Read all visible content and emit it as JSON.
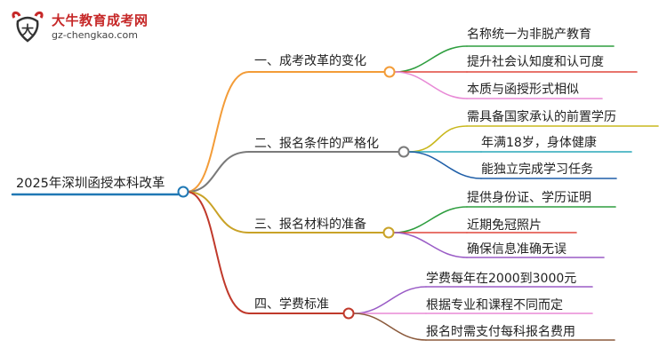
{
  "logo": {
    "title": "大牛教育成考网",
    "url": "gz-chengkao.com",
    "mark_color": "#c62828"
  },
  "root": {
    "label": "2025年深圳函授本科改革",
    "color": "#1f78b4"
  },
  "branches": [
    {
      "label": "一、成考改革的变化",
      "color": "#f39c38",
      "children": [
        {
          "label": "名称统一为非脱产教育",
          "color": "#2e9e3f"
        },
        {
          "label": "提升社会认知度和认可度",
          "color": "#e0473c"
        },
        {
          "label": "本质与函授形式相似",
          "color": "#e88ad6"
        }
      ]
    },
    {
      "label": "二、报名条件的严格化",
      "color": "#7a7a7a",
      "children": [
        {
          "label": "需具备国家承认的前置学历",
          "color": "#c9b81e"
        },
        {
          "label": "年满18岁，身体健康",
          "color": "#28a7b8"
        },
        {
          "label": "能独立完成学习任务",
          "color": "#1f5fa8"
        }
      ]
    },
    {
      "label": "三、报名材料的准备",
      "color": "#c9a227",
      "children": [
        {
          "label": "提供身份证、学历证明",
          "color": "#2e9e3f"
        },
        {
          "label": "近期免冠照片",
          "color": "#e0473c"
        },
        {
          "label": "确保信息准确无误",
          "color": "#9a5cc6"
        }
      ]
    },
    {
      "label": "四、学费标准",
      "color": "#c0392b",
      "children": [
        {
          "label": "学费每年在2000到3000元",
          "color": "#9a5cc6"
        },
        {
          "label": "根据专业和课程不同而定",
          "color": "#e88ad6"
        },
        {
          "label": "报名时需支付每科报名费用",
          "color": "#8b5a3c"
        }
      ]
    }
  ]
}
